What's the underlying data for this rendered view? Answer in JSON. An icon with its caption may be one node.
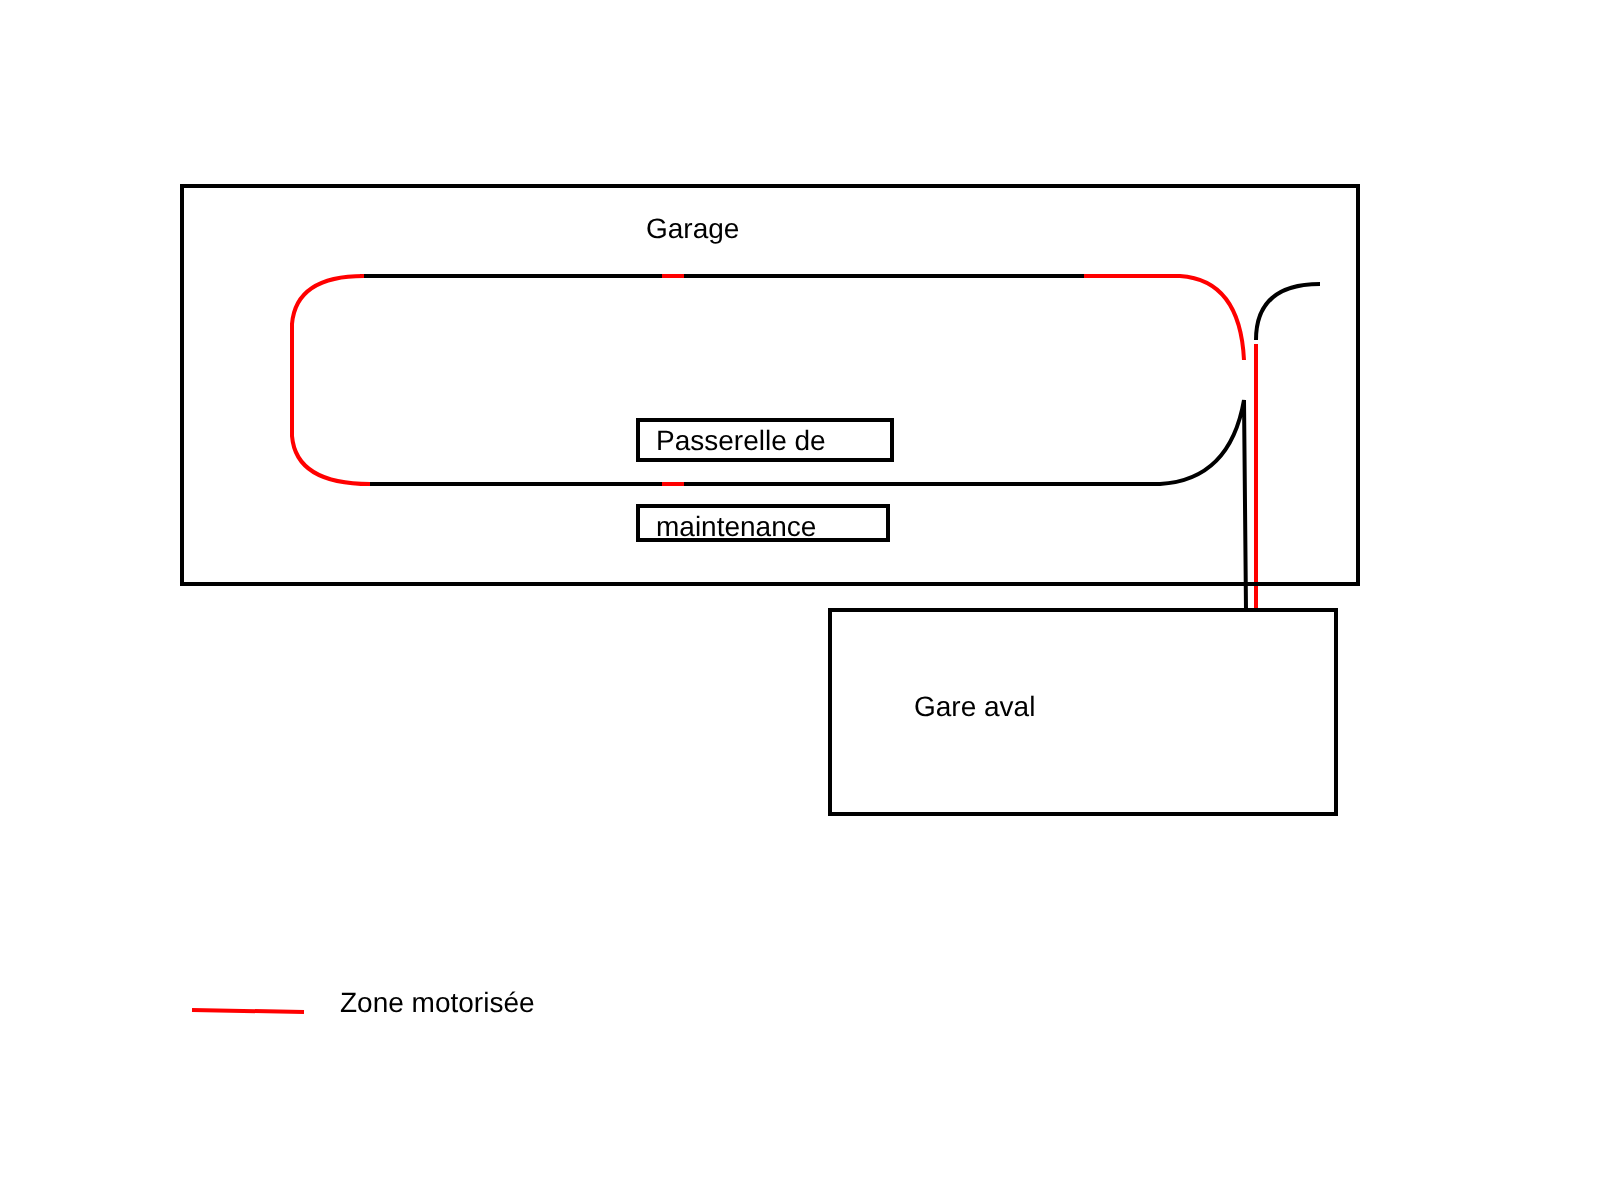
{
  "diagram": {
    "nodes": [
      {
        "text": [
          "Garage"
        ]
      },
      {
        "text": [
          "Passerelle de"
        ],
        "in": 0
      },
      {
        "text": [
          "maintenance"
        ],
        "in": 0
      },
      {
        "text": [
          "Gare aval"
        ]
      }
    ],
    "legend": [
      {
        "text": "Zone motorisée"
      }
    ]
  }
}
